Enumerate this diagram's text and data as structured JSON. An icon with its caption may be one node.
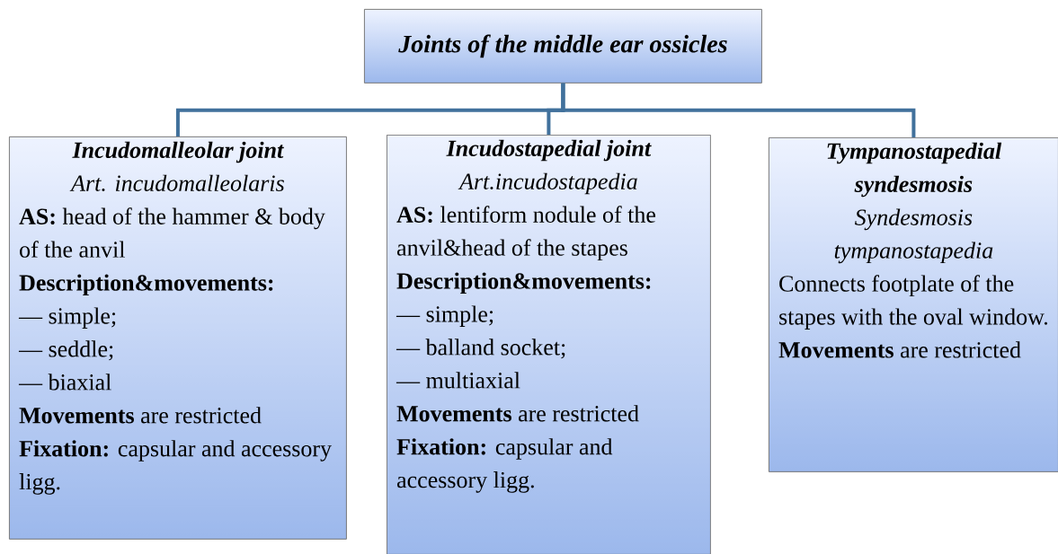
{
  "diagram": {
    "nodes": [
      {
        "text": [
          "Joints of the middle ear ossicles"
        ]
      },
      {
        "text": [
          "Incudomalleolar joint",
          "Art. incudomalleolaris",
          "**AS:** head of the hammer & body of the anvil",
          "**Description&movements:**",
          "— simple;",
          "— seddle;",
          "— biaxial",
          "**Movements** are restricted",
          "**Fixation:** capsular and accessory ligg."
        ]
      },
      {
        "text": [
          "Incudostapedial joint",
          "Art.incudostapedia",
          "**AS:** lentiform nodule of the anvil&head of the stapes",
          "**Description&movements:**",
          "— simple;",
          "— balland socket;",
          "— multiaxial",
          "**Movements** are restricted",
          "**Fixation:** capsular and accessory ligg."
        ]
      },
      {
        "text": [
          "Tympanostapedial syndesmosis",
          "Syndesmosis tympanostapedia",
          "Connects footplate of the stapes with the oval window.",
          "**Movements** are restricted"
        ]
      }
    ],
    "edges": [
      {
        "from": 0,
        "to": 1,
        "arrow": "none"
      },
      {
        "from": 0,
        "to": 2,
        "arrow": "none"
      },
      {
        "from": 0,
        "to": 3,
        "arrow": "none"
      }
    ]
  }
}
